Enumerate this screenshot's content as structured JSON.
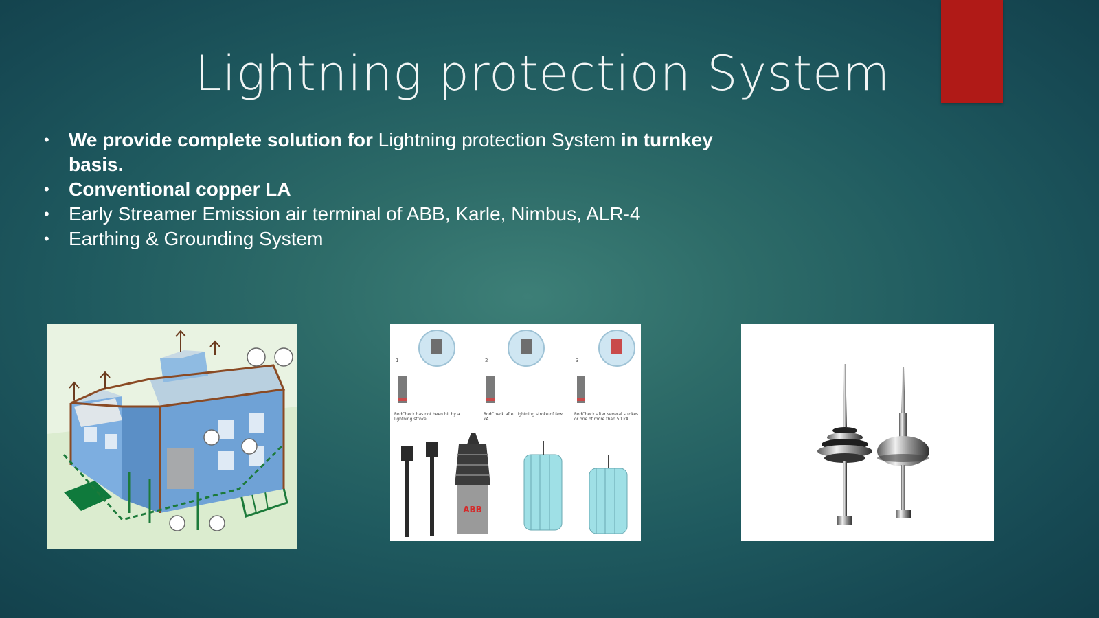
{
  "slide": {
    "title": "Lightning protection System",
    "accent_color": "#b01a17",
    "bullets": [
      {
        "parts": [
          {
            "text": " We provide complete solution for ",
            "bold": true
          },
          {
            "text": "Lightning protection System ",
            "bold": false
          },
          {
            "text": "in turnkey basis.",
            "bold": true
          }
        ]
      },
      {
        "parts": [
          {
            "text": "Conventional copper LA",
            "bold": true
          }
        ]
      },
      {
        "parts": [
          {
            "text": "Early Streamer Emission air terminal of ABB, Karle, Nimbus, ALR-4",
            "bold": false
          }
        ]
      },
      {
        "parts": [
          {
            "text": "Earthing & Grounding System",
            "bold": false
          }
        ]
      }
    ],
    "bullet_glyph": "•"
  },
  "images": {
    "panel1": {
      "icon": "building-lightning-protection-diagram"
    },
    "panel2": {
      "icon": "abb-rodcheck-esa-terminals",
      "captions": [
        "RodCheck has not been hit by a lightning stroke",
        "RodCheck after lightning stroke of few kA",
        "RodCheck after several strokes or one of more than 50 kA"
      ],
      "numbers": [
        "1",
        "2",
        "3"
      ],
      "brand": "ABB"
    },
    "panel3": {
      "icon": "ese-air-terminal-rods"
    }
  }
}
